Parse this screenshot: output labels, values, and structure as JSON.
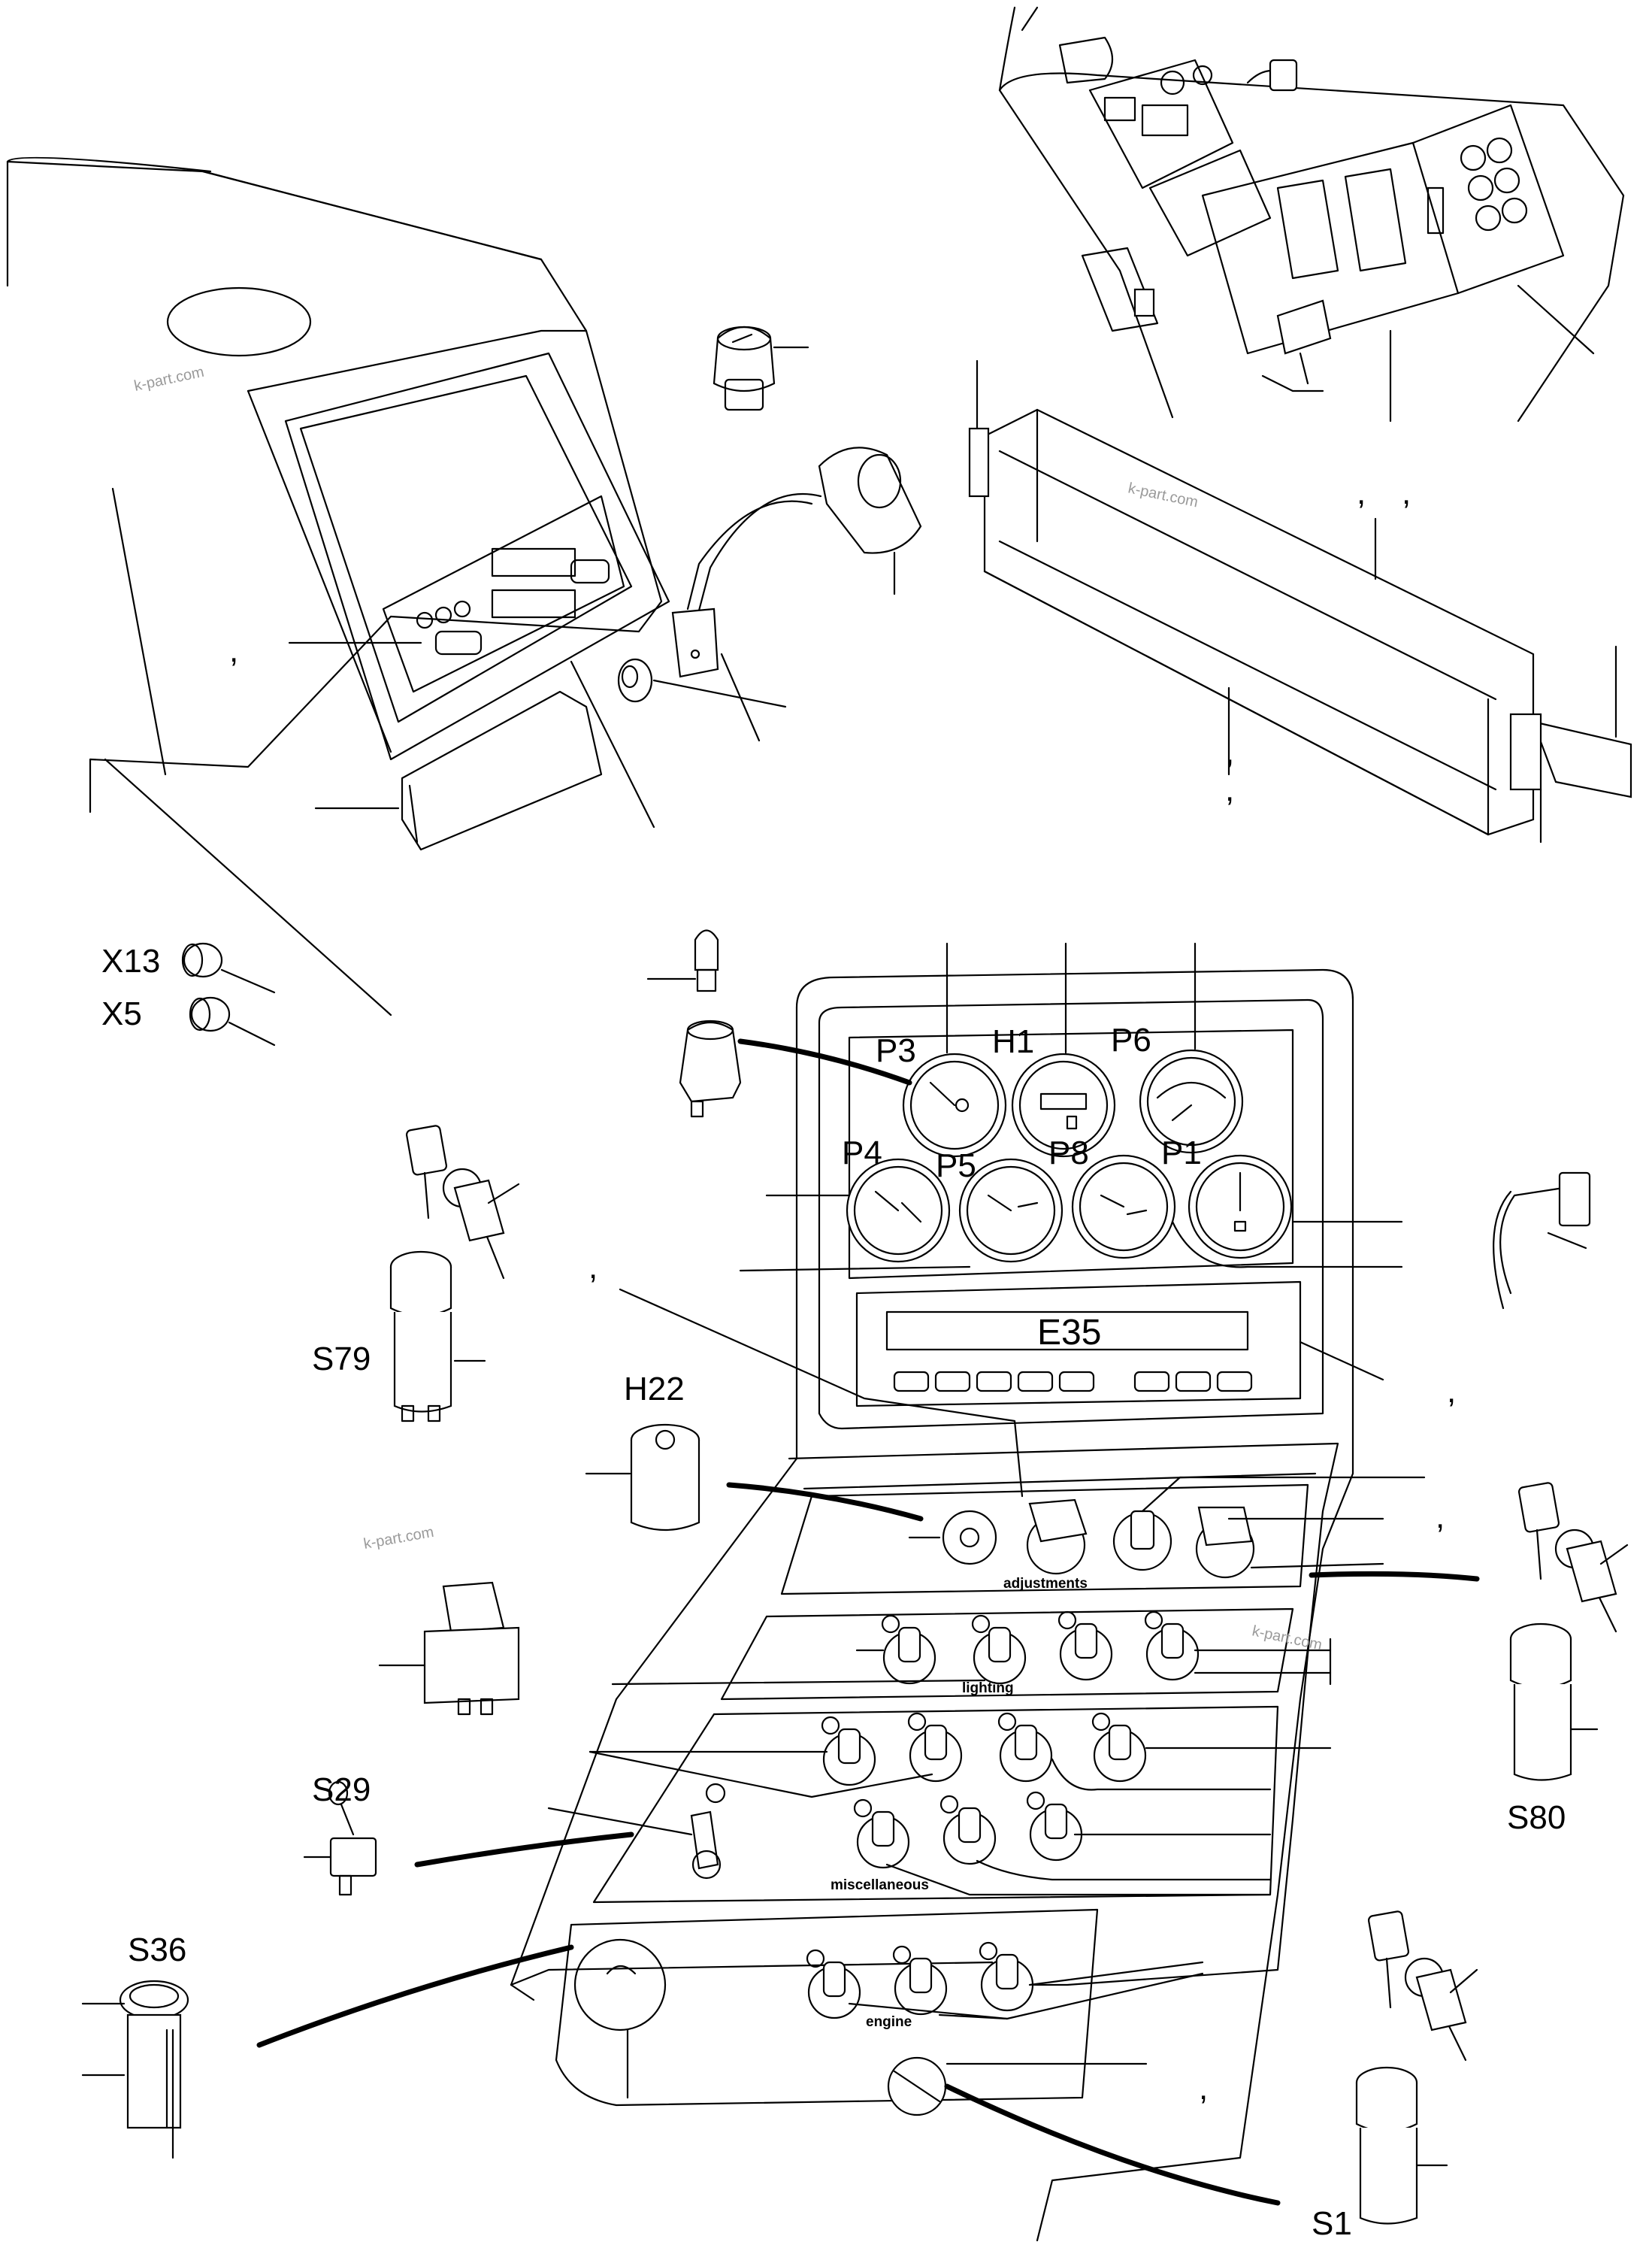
{
  "labels": {
    "x13": "X13",
    "x5": "X5",
    "p3": "P3",
    "h1": "H1",
    "p6": "P6",
    "p4": "P4",
    "p5": "P5",
    "p8": "P8",
    "p1": "P1",
    "e35": "E35",
    "s79": "S79",
    "h22": "H22",
    "s80": "S80",
    "s29": "S29",
    "s36": "S36",
    "s1": "S1"
  },
  "panel_sections": {
    "adjustments": "adjustments",
    "lighting": "lighting",
    "miscellaneous": "miscellaneous",
    "engine": "engine"
  },
  "watermarks": [
    "k-part.com",
    "k-part.com",
    "k-part.com",
    "k-part.com"
  ],
  "commas": [
    ",",
    ",",
    ",",
    ",",
    ",",
    ",",
    ",",
    ",",
    ",",
    ","
  ]
}
